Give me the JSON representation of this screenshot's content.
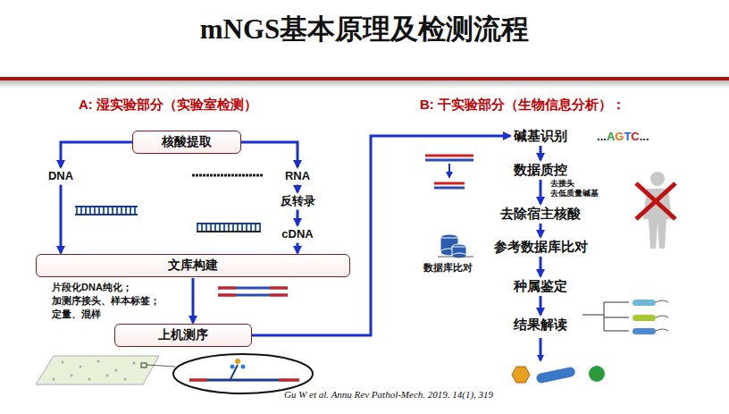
{
  "diagram": {
    "title": "mNGS基本原理及检测流程",
    "nodes": [
      {
        "text": [
          "核酸提取"
        ]
      },
      {
        "text": [
          "DNA"
        ]
      },
      {
        "text": [
          "RNA"
        ]
      },
      {
        "text": [
          "反转录"
        ]
      },
      {
        "text": [
          "cDNA"
        ]
      },
      {
        "text": [
          "文库构建"
        ]
      },
      {
        "text": [
          "上机测序"
        ]
      },
      {
        "text": [
          "碱基识别"
        ]
      },
      {
        "text": [
          "数据质控"
        ]
      },
      {
        "text": [
          "去除宿主核酸"
        ]
      },
      {
        "text": [
          "参考数据库比对"
        ]
      },
      {
        "text": [
          "种属鉴定"
        ]
      },
      {
        "text": [
          "结果解读"
        ]
      }
    ],
    "edges": [
      {
        "from": 0,
        "to": 1,
        "arrow": "to"
      },
      {
        "from": 0,
        "to": 2,
        "arrow": "to"
      },
      {
        "from": 2,
        "to": 3,
        "arrow": "to"
      },
      {
        "from": 3,
        "to": 4,
        "arrow": "to"
      },
      {
        "from": 1,
        "to": 5,
        "arrow": "to"
      },
      {
        "from": 4,
        "to": 5,
        "arrow": "to"
      },
      {
        "from": 5,
        "to": 6,
        "arrow": "to"
      },
      {
        "from": 6,
        "to": 7,
        "arrow": "to"
      },
      {
        "from": 7,
        "to": 8,
        "arrow": "to"
      },
      {
        "from": 8,
        "to": 9,
        "arrow": "to"
      },
      {
        "from": 9,
        "to": 10,
        "arrow": "to"
      },
      {
        "from": 10,
        "to": 11,
        "arrow": "to"
      },
      {
        "from": 11,
        "to": 12,
        "arrow": "to"
      }
    ],
    "labels": [
      "A: 湿实验部分（实验室检测）",
      "B: 干实验部分（生物信息分析）：",
      "片段化DNA纯化；",
      "加测序接头、样本标签；",
      "定量、混样",
      "...AGTC...",
      "去接头",
      "去低质量碱基",
      "数据库比对",
      "Gu W et al. Annu Rev Pathol-Mech. 2019. 14(1), 319"
    ]
  }
}
